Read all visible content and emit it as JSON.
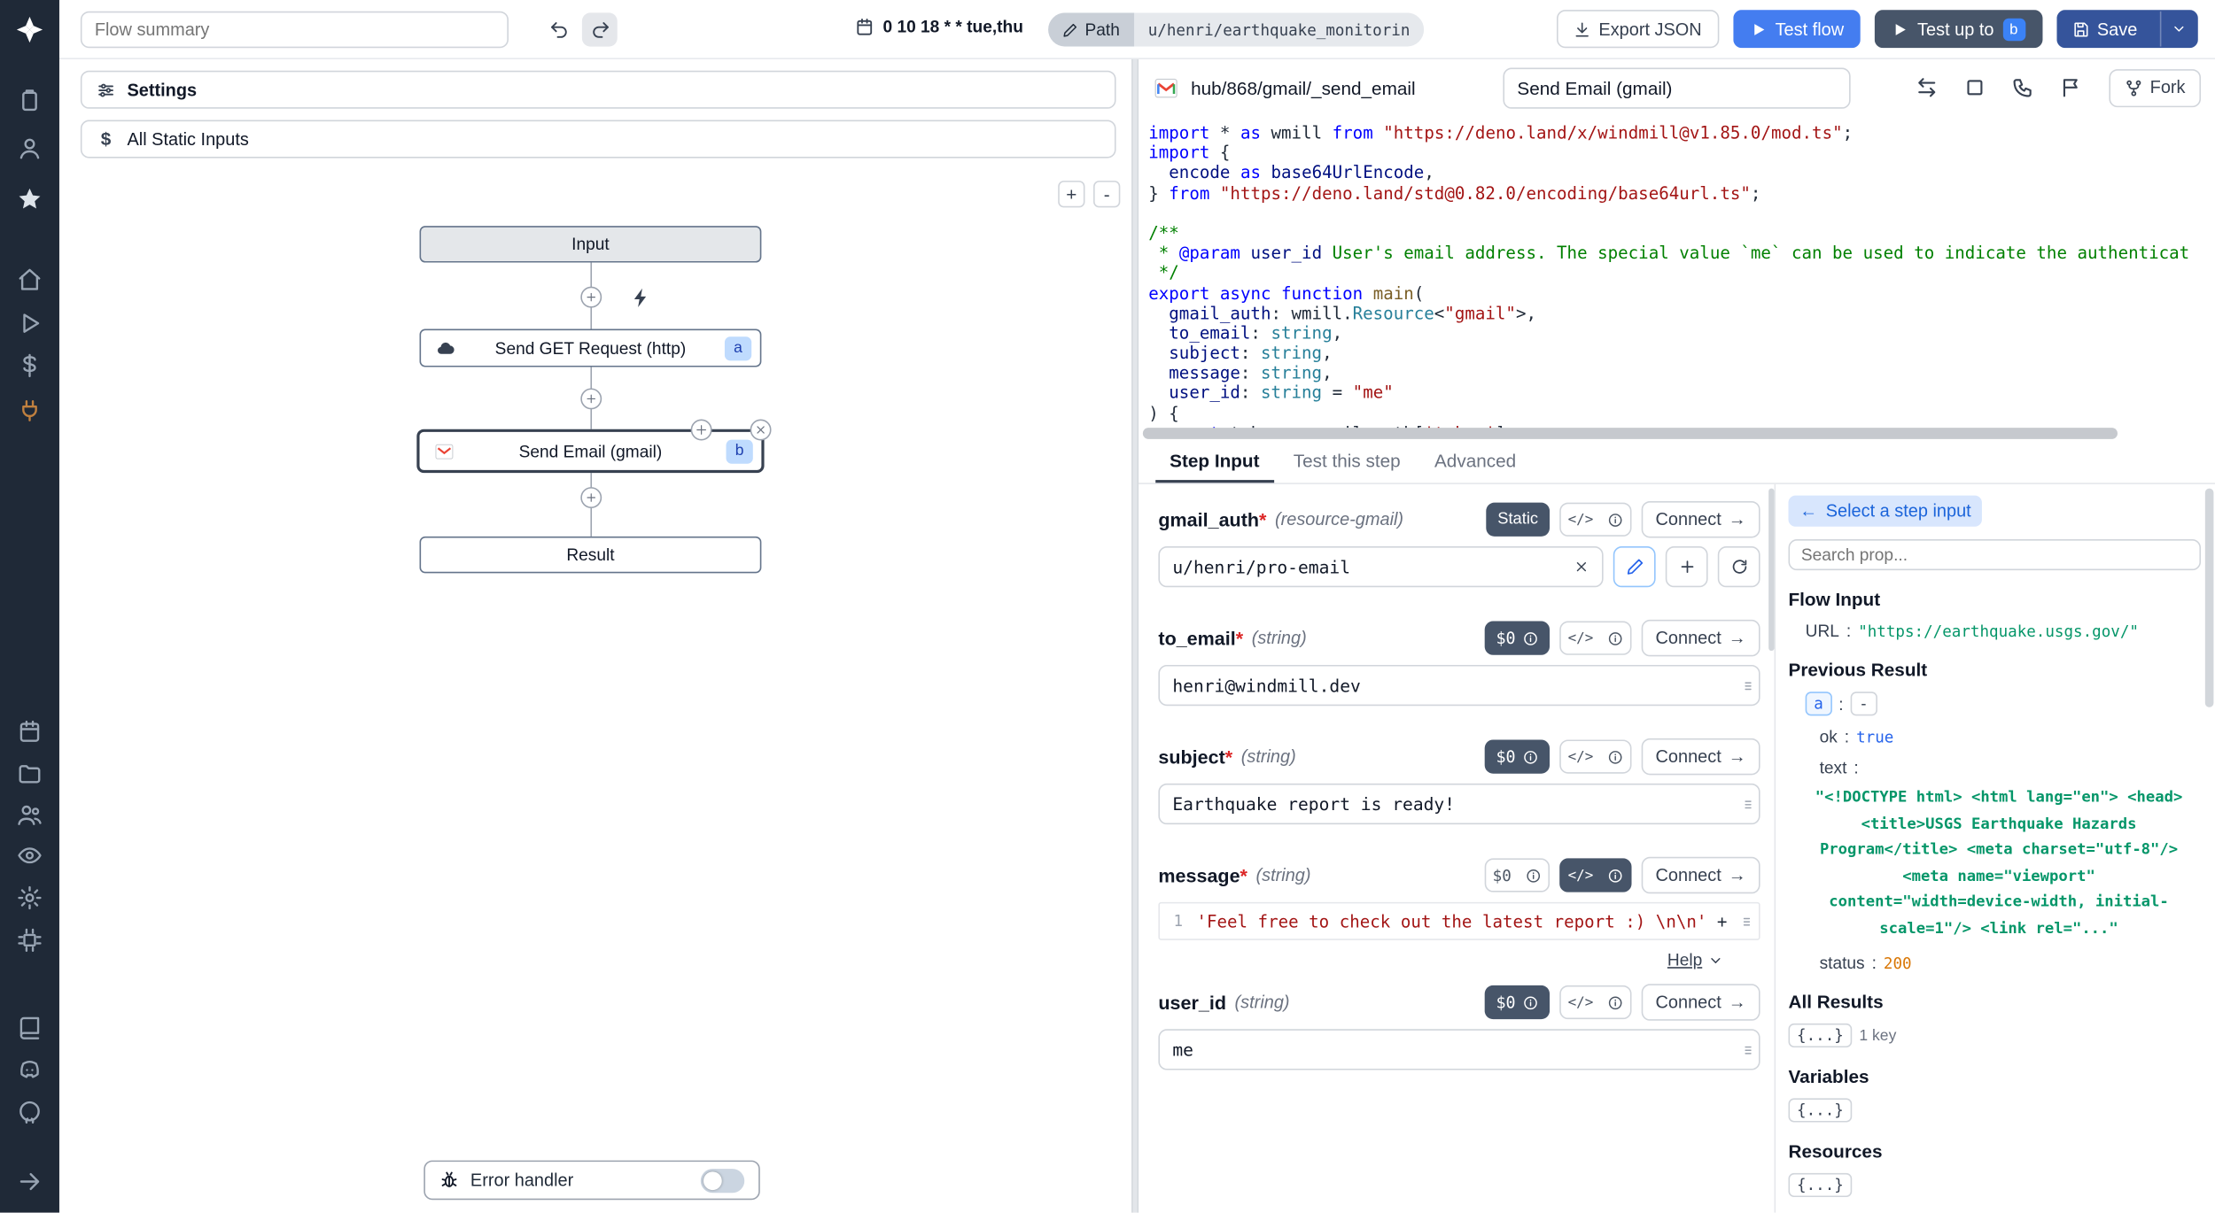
{
  "topbar": {
    "flow_summary_placeholder": "Flow summary",
    "schedule": "0 10 18 * * tue,thu",
    "path_label": "Path",
    "path_value": "u/henri/earthquake_monitorin",
    "export_json": "Export JSON",
    "test_flow": "Test flow",
    "test_up_to": "Test up to",
    "test_up_to_badge": "b",
    "save": "Save"
  },
  "flow_panel": {
    "settings": "Settings",
    "all_static_inputs": "All Static Inputs",
    "zoom_in": "+",
    "zoom_out": "-",
    "nodes": {
      "input": "Input",
      "http": {
        "label": "Send GET Request (http)",
        "badge": "a"
      },
      "gmail": {
        "label": "Send Email (gmail)",
        "badge": "b"
      },
      "result": "Result"
    },
    "error_handler": "Error handler"
  },
  "script": {
    "hub_path": "hub/868/gmail/_send_email",
    "title": "Send Email (gmail)",
    "fork": "Fork",
    "code": {
      "lines": [
        [
          {
            "c": "k",
            "t": "import"
          },
          {
            "c": "n",
            "t": " * "
          },
          {
            "c": "k",
            "t": "as"
          },
          {
            "c": "n",
            "t": " wmill "
          },
          {
            "c": "k",
            "t": "from"
          },
          {
            "c": "n",
            "t": " "
          },
          {
            "c": "s",
            "t": "\"https://deno.land/x/windmill@v1.85.0/mod.ts\""
          },
          {
            "c": "n",
            "t": ";"
          }
        ],
        [
          {
            "c": "k",
            "t": "import"
          },
          {
            "c": "n",
            "t": " {"
          }
        ],
        [
          {
            "c": "n",
            "t": "  "
          },
          {
            "c": "p",
            "t": "encode"
          },
          {
            "c": "n",
            "t": " "
          },
          {
            "c": "k",
            "t": "as"
          },
          {
            "c": "n",
            "t": " "
          },
          {
            "c": "p",
            "t": "base64UrlEncode"
          },
          {
            "c": "n",
            "t": ","
          }
        ],
        [
          {
            "c": "n",
            "t": "} "
          },
          {
            "c": "k",
            "t": "from"
          },
          {
            "c": "n",
            "t": " "
          },
          {
            "c": "s",
            "t": "\"https://deno.land/std@0.82.0/encoding/base64url.ts\""
          },
          {
            "c": "n",
            "t": ";"
          }
        ],
        [],
        [
          {
            "c": "c",
            "t": "/**"
          }
        ],
        [
          {
            "c": "c",
            "t": " * "
          },
          {
            "c": "g",
            "t": "@param"
          },
          {
            "c": "p",
            "t": " user_id"
          },
          {
            "c": "c",
            "t": " User's email address. The special value `me` can be used to indicate the authenticat"
          }
        ],
        [
          {
            "c": "c",
            "t": " */"
          }
        ],
        [
          {
            "c": "k",
            "t": "export"
          },
          {
            "c": "n",
            "t": " "
          },
          {
            "c": "k",
            "t": "async"
          },
          {
            "c": "n",
            "t": " "
          },
          {
            "c": "k",
            "t": "function"
          },
          {
            "c": "n",
            "t": " "
          },
          {
            "c": "f",
            "t": "main"
          },
          {
            "c": "n",
            "t": "("
          }
        ],
        [
          {
            "c": "n",
            "t": "  "
          },
          {
            "c": "p",
            "t": "gmail_auth"
          },
          {
            "c": "n",
            "t": ": wmill."
          },
          {
            "c": "t",
            "t": "Resource"
          },
          {
            "c": "n",
            "t": "<"
          },
          {
            "c": "s",
            "t": "\"gmail\""
          },
          {
            "c": "n",
            "t": ">,"
          }
        ],
        [
          {
            "c": "n",
            "t": "  "
          },
          {
            "c": "p",
            "t": "to_email"
          },
          {
            "c": "n",
            "t": ": "
          },
          {
            "c": "t",
            "t": "string"
          },
          {
            "c": "n",
            "t": ","
          }
        ],
        [
          {
            "c": "n",
            "t": "  "
          },
          {
            "c": "p",
            "t": "subject"
          },
          {
            "c": "n",
            "t": ": "
          },
          {
            "c": "t",
            "t": "string"
          },
          {
            "c": "n",
            "t": ","
          }
        ],
        [
          {
            "c": "n",
            "t": "  "
          },
          {
            "c": "p",
            "t": "message"
          },
          {
            "c": "n",
            "t": ": "
          },
          {
            "c": "t",
            "t": "string"
          },
          {
            "c": "n",
            "t": ","
          }
        ],
        [
          {
            "c": "n",
            "t": "  "
          },
          {
            "c": "p",
            "t": "user_id"
          },
          {
            "c": "n",
            "t": ": "
          },
          {
            "c": "t",
            "t": "string"
          },
          {
            "c": "n",
            "t": " = "
          },
          {
            "c": "s",
            "t": "\"me\""
          }
        ],
        [
          {
            "c": "n",
            "t": ") {"
          }
        ],
        [
          {
            "c": "n",
            "t": "  "
          },
          {
            "c": "k",
            "t": "const"
          },
          {
            "c": "n",
            "t": " token = gmail_auth["
          },
          {
            "c": "s",
            "t": "'token'"
          },
          {
            "c": "n",
            "t": "]"
          }
        ]
      ]
    }
  },
  "tabs": {
    "step_input": "Step Input",
    "test_this_step": "Test this step",
    "advanced": "Advanced"
  },
  "form": {
    "connect": "Connect",
    "arrow": "→",
    "static_label": "Static",
    "expr_badge": "$0",
    "code_toggle": "</>",
    "fields": {
      "gmail_auth": {
        "name": "gmail_auth",
        "required": "*",
        "type": "(resource-gmail)",
        "value": "u/henri/pro-email"
      },
      "to_email": {
        "name": "to_email",
        "required": "*",
        "type": "(string)",
        "value": "henri@windmill.dev"
      },
      "subject": {
        "name": "subject",
        "required": "*",
        "type": "(string)",
        "value": "Earthquake report is ready!"
      },
      "message": {
        "name": "message",
        "required": "*",
        "type": "(string)",
        "line_no": "1",
        "help": "Help",
        "tokens": [
          {
            "c": "s",
            "t": "'Feel free to check out the latest report :) \\n\\n'"
          },
          {
            "c": "n",
            "t": " + results.a.t"
          }
        ]
      },
      "user_id": {
        "name": "user_id",
        "type": "(string)",
        "value": "me"
      }
    }
  },
  "props": {
    "back_arrow": "←",
    "select_step": "Select a step input",
    "search_placeholder": "Search prop...",
    "colon": ":",
    "flow_input_title": "Flow Input",
    "url_key": "URL",
    "url_value": "\"https://earthquake.usgs.gov/\"",
    "previous_result_title": "Previous Result",
    "a_chip": "a",
    "dash": "-",
    "ok_key": "ok",
    "ok_value": "true",
    "text_key": "text",
    "text_value": "\"<!DOCTYPE html> <html lang=\"en\"> <head> <title>USGS Earthquake Hazards Program</title> <meta charset=\"utf-8\"/> <meta name=\"viewport\" content=\"width=device-width, initial-scale=1\"/> <link rel=\"...\"",
    "status_key": "status",
    "status_value": "200",
    "all_results_title": "All Results",
    "braces": "{...}",
    "one_key": "1 key",
    "variables_title": "Variables",
    "resources_title": "Resources"
  }
}
